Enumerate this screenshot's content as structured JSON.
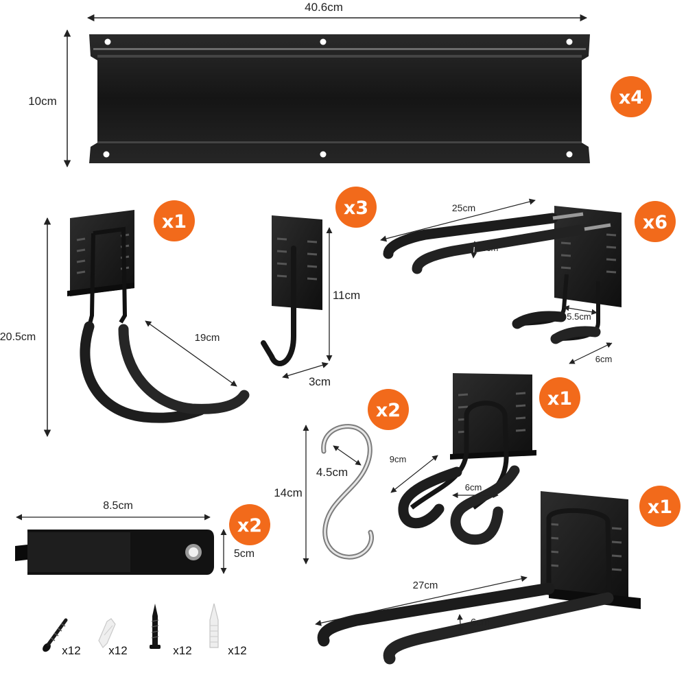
{
  "colors": {
    "badge": "#f26a1b",
    "metal": "#1a1a1a",
    "foam": "#222222",
    "steel": "#c8c8c8"
  },
  "rail": {
    "width_label": "40.6cm",
    "height_label": "10cm",
    "qty": "x4"
  },
  "bike_hook": {
    "height_label": "20.5cm",
    "reach_label": "19cm",
    "qty": "x1"
  },
  "j_hook": {
    "height_label": "11cm",
    "depth_label": "3cm",
    "qty": "x3"
  },
  "double_hook": {
    "length_label": "25cm",
    "gap_label": "6cm",
    "inner_label": "5.5cm",
    "depth_label": "6cm",
    "qty": "x6"
  },
  "s_hook": {
    "height_label": "14cm",
    "width_label": "4.5cm",
    "qty": "x2"
  },
  "u_hook": {
    "reach_label": "9cm",
    "gap_label": "6cm",
    "qty": "x1"
  },
  "strap": {
    "width_label": "8.5cm",
    "height_label": "5cm",
    "qty": "x2"
  },
  "long_hook": {
    "length_label": "27cm",
    "gap_label": "6cm",
    "qty": "x1"
  },
  "hardware": [
    {
      "icon": "black-screw-icon",
      "qty": "x12"
    },
    {
      "icon": "white-anchor-icon",
      "qty": "x12"
    },
    {
      "icon": "black-bolt-icon",
      "qty": "x12"
    },
    {
      "icon": "white-plug-icon",
      "qty": "x12"
    }
  ]
}
